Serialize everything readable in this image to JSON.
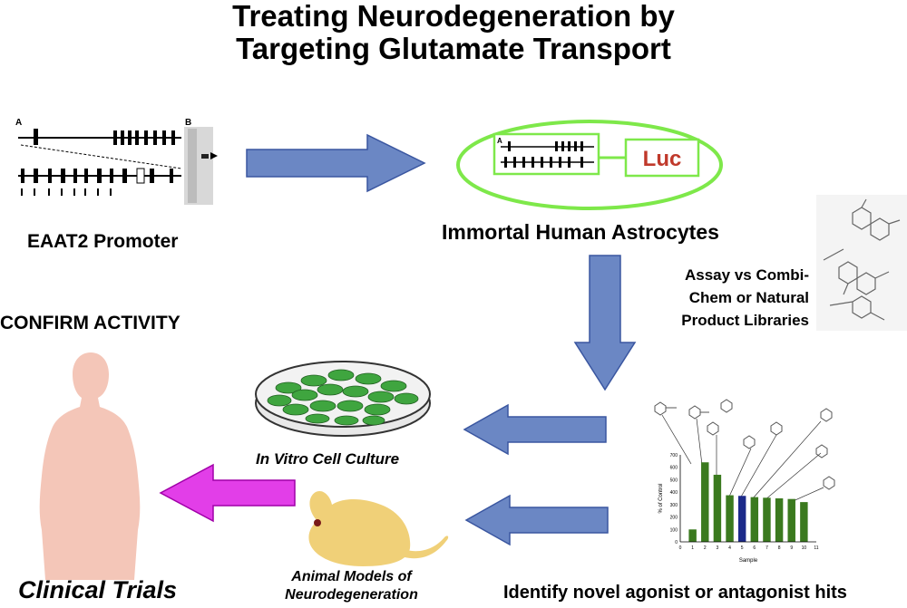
{
  "title": {
    "line1": "Treating Neurodegeneration by",
    "line2": "Targeting Glutamate Transport"
  },
  "labels": {
    "eaat2_promoter": "EAAT2 Promoter",
    "immortal_astrocytes": "Immortal Human Astrocytes",
    "assay_line1": "Assay vs Combi-",
    "assay_line2": "Chem or Natural",
    "assay_line3": "Product Libraries",
    "confirm_activity": "CONFIRM ACTIVITY",
    "in_vitro": "In Vitro Cell Culture",
    "animal_line1": "Animal Models of",
    "animal_line2": "Neurodegeneration",
    "clinical_trials": "Clinical Trials",
    "identify_hits": "Identify novel agonist or antagonist hits",
    "luc": "Luc",
    "panel_a": "A",
    "panel_b": "B",
    "inset_a": "A"
  },
  "colors": {
    "arrow_blue": "#6b87c4",
    "arrow_magenta": "#e23ee8",
    "ellipse_green": "#7ee84a",
    "luc_red": "#c0392b",
    "dish_green": "#3fa53f",
    "mouse": "#f0d078",
    "human": "#f4c6b8",
    "bar_green": "#3b7a1f",
    "bar_blue": "#1c2a8a"
  },
  "chart_data": {
    "type": "bar",
    "categories": [
      "1",
      "2",
      "3",
      "4",
      "5",
      "6",
      "7",
      "8",
      "9",
      "10"
    ],
    "values": [
      100,
      640,
      540,
      375,
      370,
      360,
      355,
      350,
      345,
      320
    ],
    "highlight_index": 4,
    "ylabel": "% of Control",
    "xlabel": "Sample",
    "ylim": [
      0,
      700
    ],
    "yticks": [
      "0",
      "100",
      "200",
      "300",
      "400",
      "500",
      "600",
      "700"
    ],
    "xticks": [
      "0",
      "1",
      "2",
      "3",
      "4",
      "5",
      "6",
      "7",
      "8",
      "9",
      "10",
      "11"
    ]
  }
}
